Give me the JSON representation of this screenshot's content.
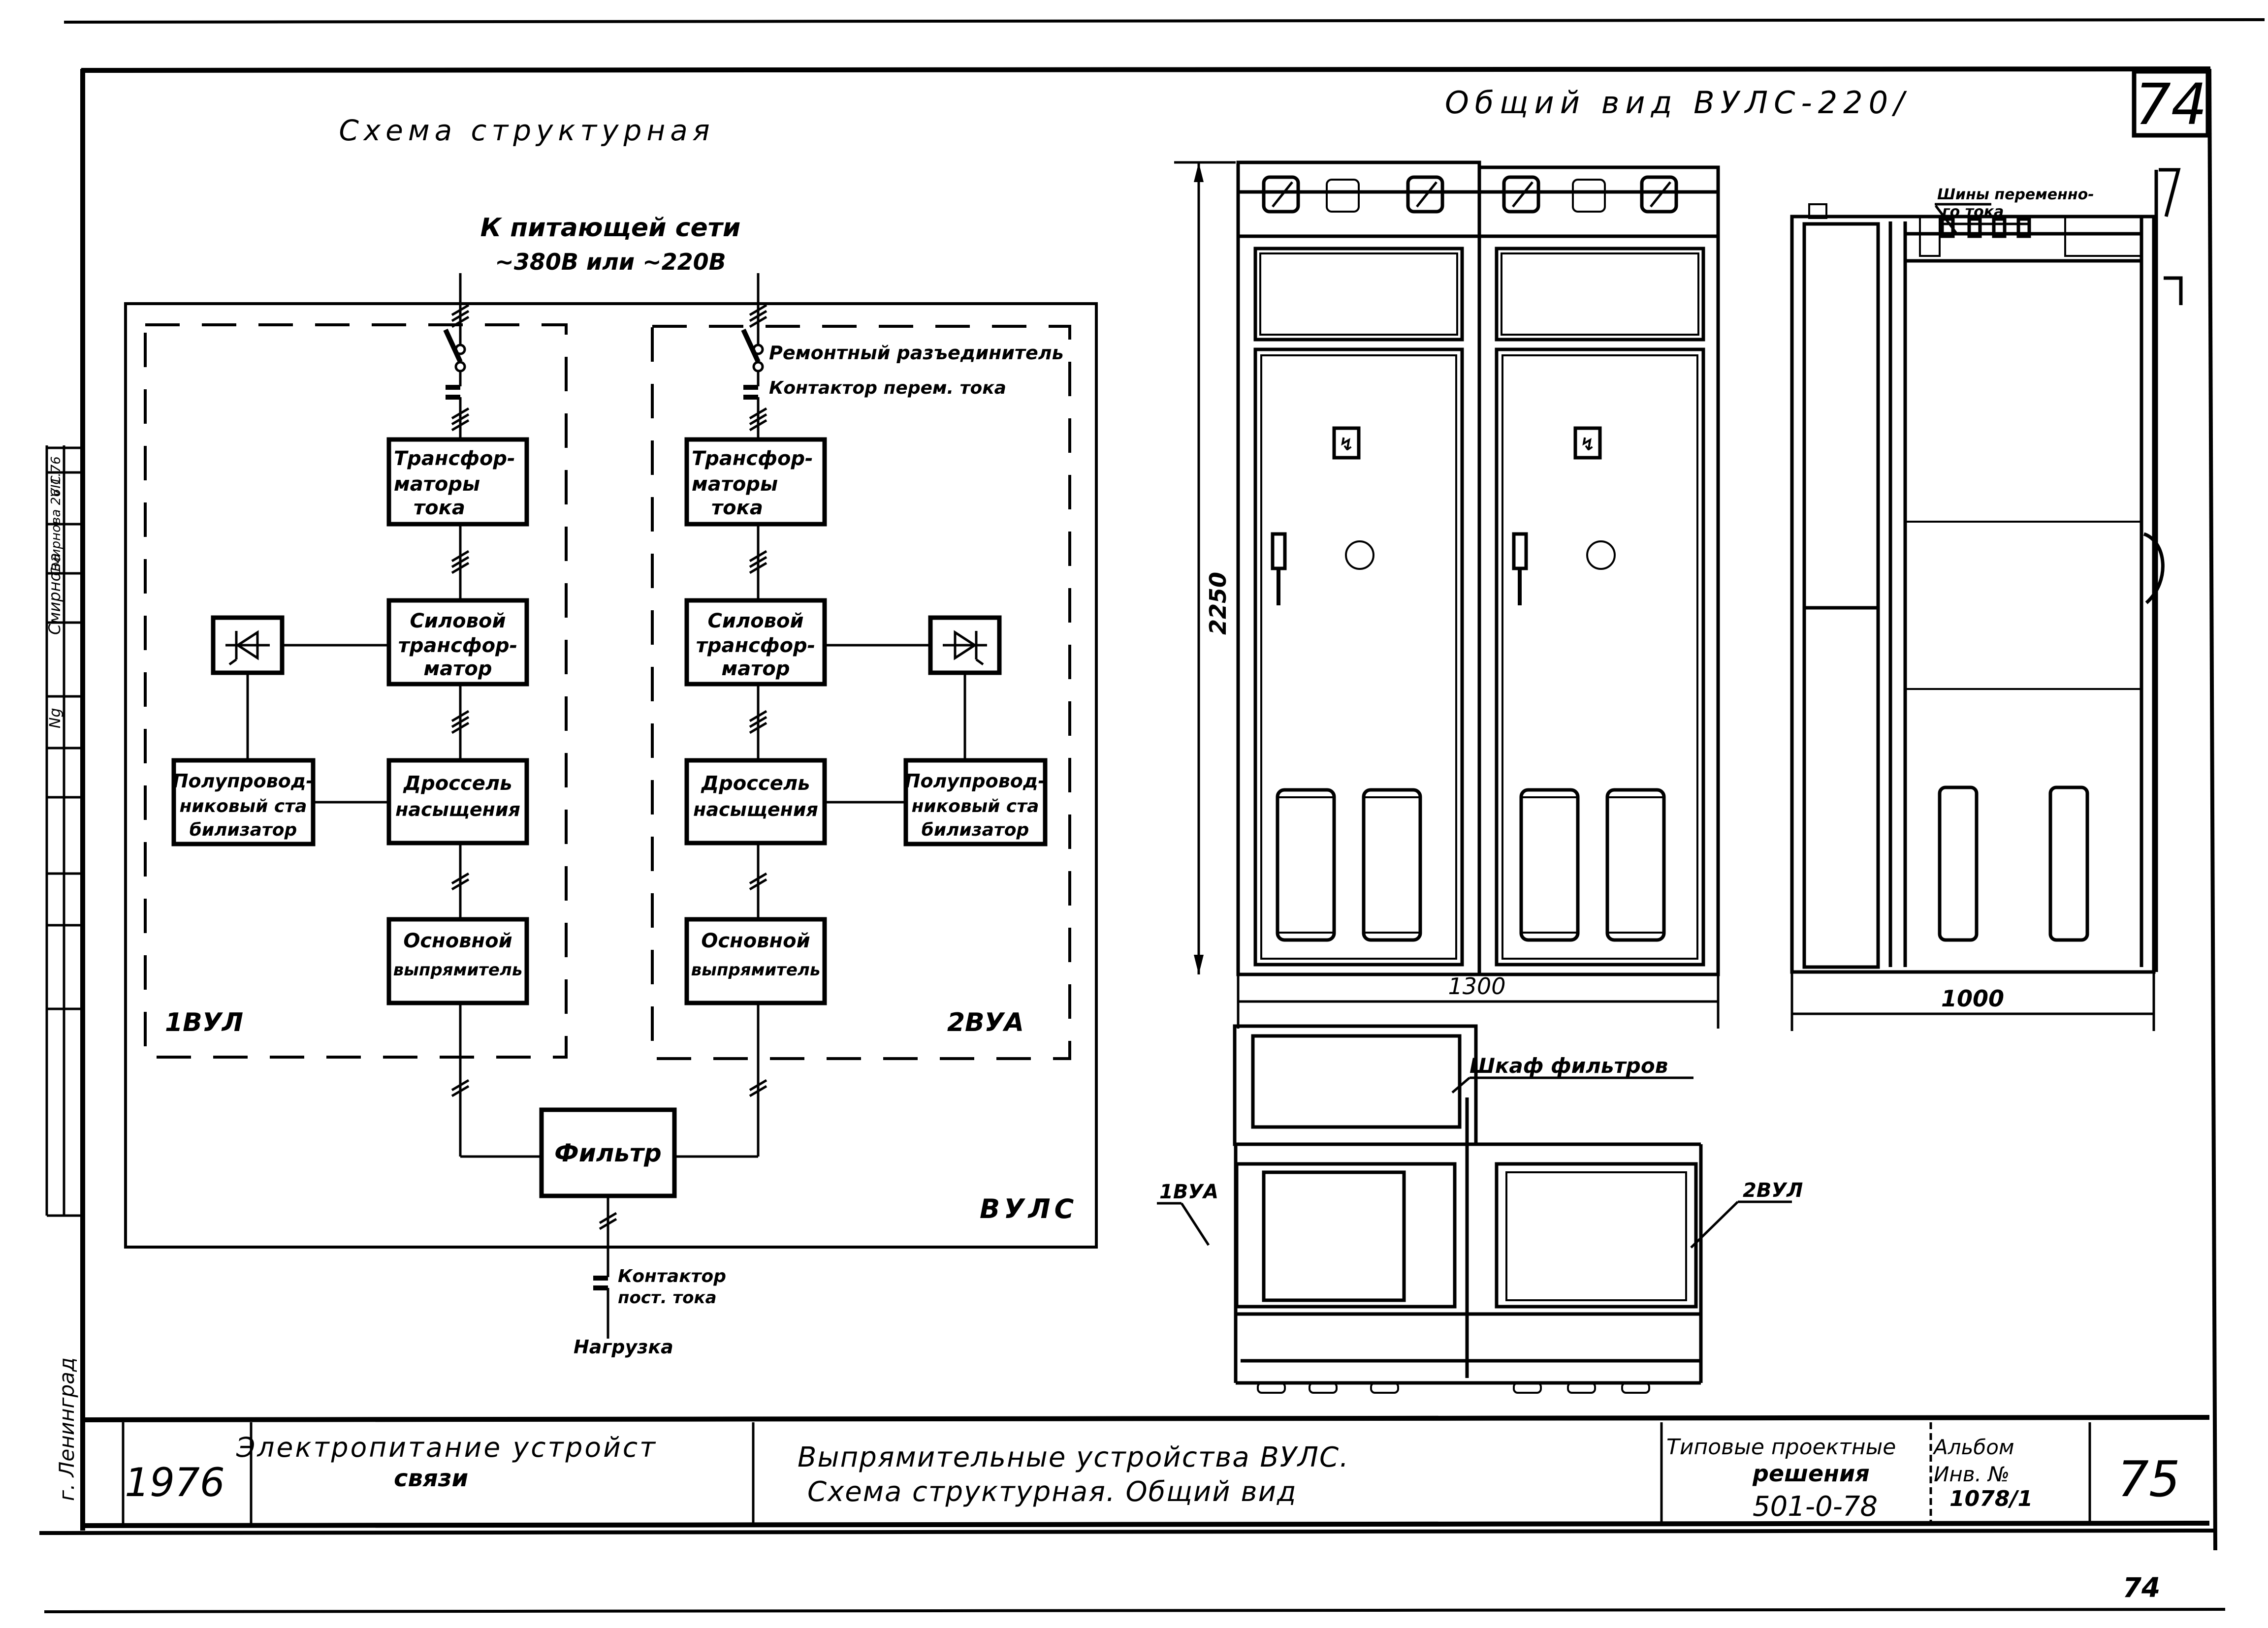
{
  "sheet": {
    "corner_number_top": "74",
    "page_number_bottom": "74",
    "city_stamp": "г. Ленинград"
  },
  "schematic": {
    "title": "Схема структурная",
    "supply_label_line1": "К питающей сети",
    "supply_label_line2": "~380В или ~220В",
    "repair_disconnector_label": "Ремонтный разъединитель",
    "ac_contactor_label": "Контактор перем. тока",
    "units": [
      {
        "name": "1ВУЛ",
        "blocks": {
          "current_transformers": [
            "Трансфор-",
            "маторы",
            "тока"
          ],
          "power_transformer": [
            "Силовой",
            "трансфор-",
            "матор"
          ],
          "saturable_reactor": [
            "Дроссель",
            "насыщения"
          ],
          "main_rectifier": [
            "Основной",
            "выпрямитель"
          ],
          "semiconductor_stabilizer": [
            "Полупровод-",
            "никовый ста",
            "билизатор"
          ],
          "thyristor_symbol": "thyristor"
        }
      },
      {
        "name": "2ВУА",
        "blocks": {
          "current_transformers": [
            "Трансфор-",
            "маторы",
            "тока"
          ],
          "power_transformer": [
            "Силовой",
            "трансфор-",
            "матор"
          ],
          "saturable_reactor": [
            "Дроссель",
            "насыщения"
          ],
          "main_rectifier": [
            "Основной",
            "выпрямитель"
          ],
          "semiconductor_stabilizer": [
            "Полупровод-",
            "никовый ста",
            "билизатор"
          ],
          "thyristor_symbol": "thyristor"
        }
      }
    ],
    "filter_label": "Фильтр",
    "system_label": "ВУЛС",
    "dc_contactor_label_line1": "Контактор",
    "dc_contactor_label_line2": "пост. тока",
    "load_label": "Нагрузка"
  },
  "general_view": {
    "title": "Общий вид ВУЛС-220/",
    "height_dimension": "2250",
    "front_width_dimension": "1300",
    "side_width_dimension": "1000",
    "busbar_label_line1": "Шины переменно-",
    "busbar_label_line2": "го тока",
    "filter_cabinet_label": "Шкаф фильтров",
    "unit1_label": "1ВУА",
    "unit2_label": "2ВУЛ"
  },
  "title_block": {
    "year": "1976",
    "section_line1": "Электропитание устройст",
    "section_line2": "связи",
    "drawing_title_line1": "Выпрямительные устройства ВУЛС.",
    "drawing_title_line2": "Схема структурная. Общий вид",
    "project_line1": "Типовые проектные",
    "project_line2": "решения",
    "project_code": "501-0-78",
    "album_label": "Альбом",
    "inv_label": "Инв. №",
    "inv_number": "1078/1",
    "sheet_number": "75"
  },
  "signature_column": {
    "entries": [
      "Смирнова",
      "Смирнова 26.1.76",
      "VIC",
      "Ng"
    ]
  }
}
